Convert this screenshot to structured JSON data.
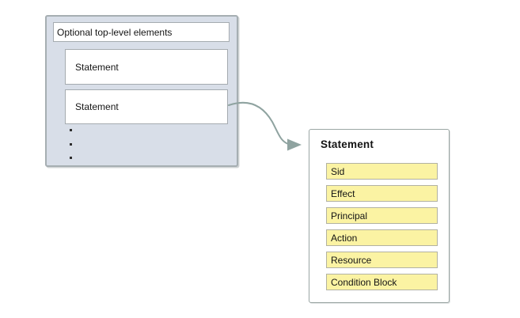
{
  "diagram": {
    "policy_container": {
      "optional_box_label": "Optional top-level elements",
      "statement_boxes": [
        "Statement",
        "Statement"
      ]
    },
    "statement_detail": {
      "title": "Statement",
      "elements": [
        "Sid",
        "Effect",
        "Principal",
        "Action",
        "Resource",
        "Condition Block"
      ]
    },
    "colors": {
      "panel_fill": "#D8DEE8",
      "panel_border": "#A6AEB2",
      "inner_box_border": "#A5ABB0",
      "element_fill": "#FBF3A3",
      "element_border": "#B2B2A2",
      "detail_panel_border": "#9BA6A4",
      "arrow": "#8FA3A0",
      "text": "#141414"
    }
  }
}
